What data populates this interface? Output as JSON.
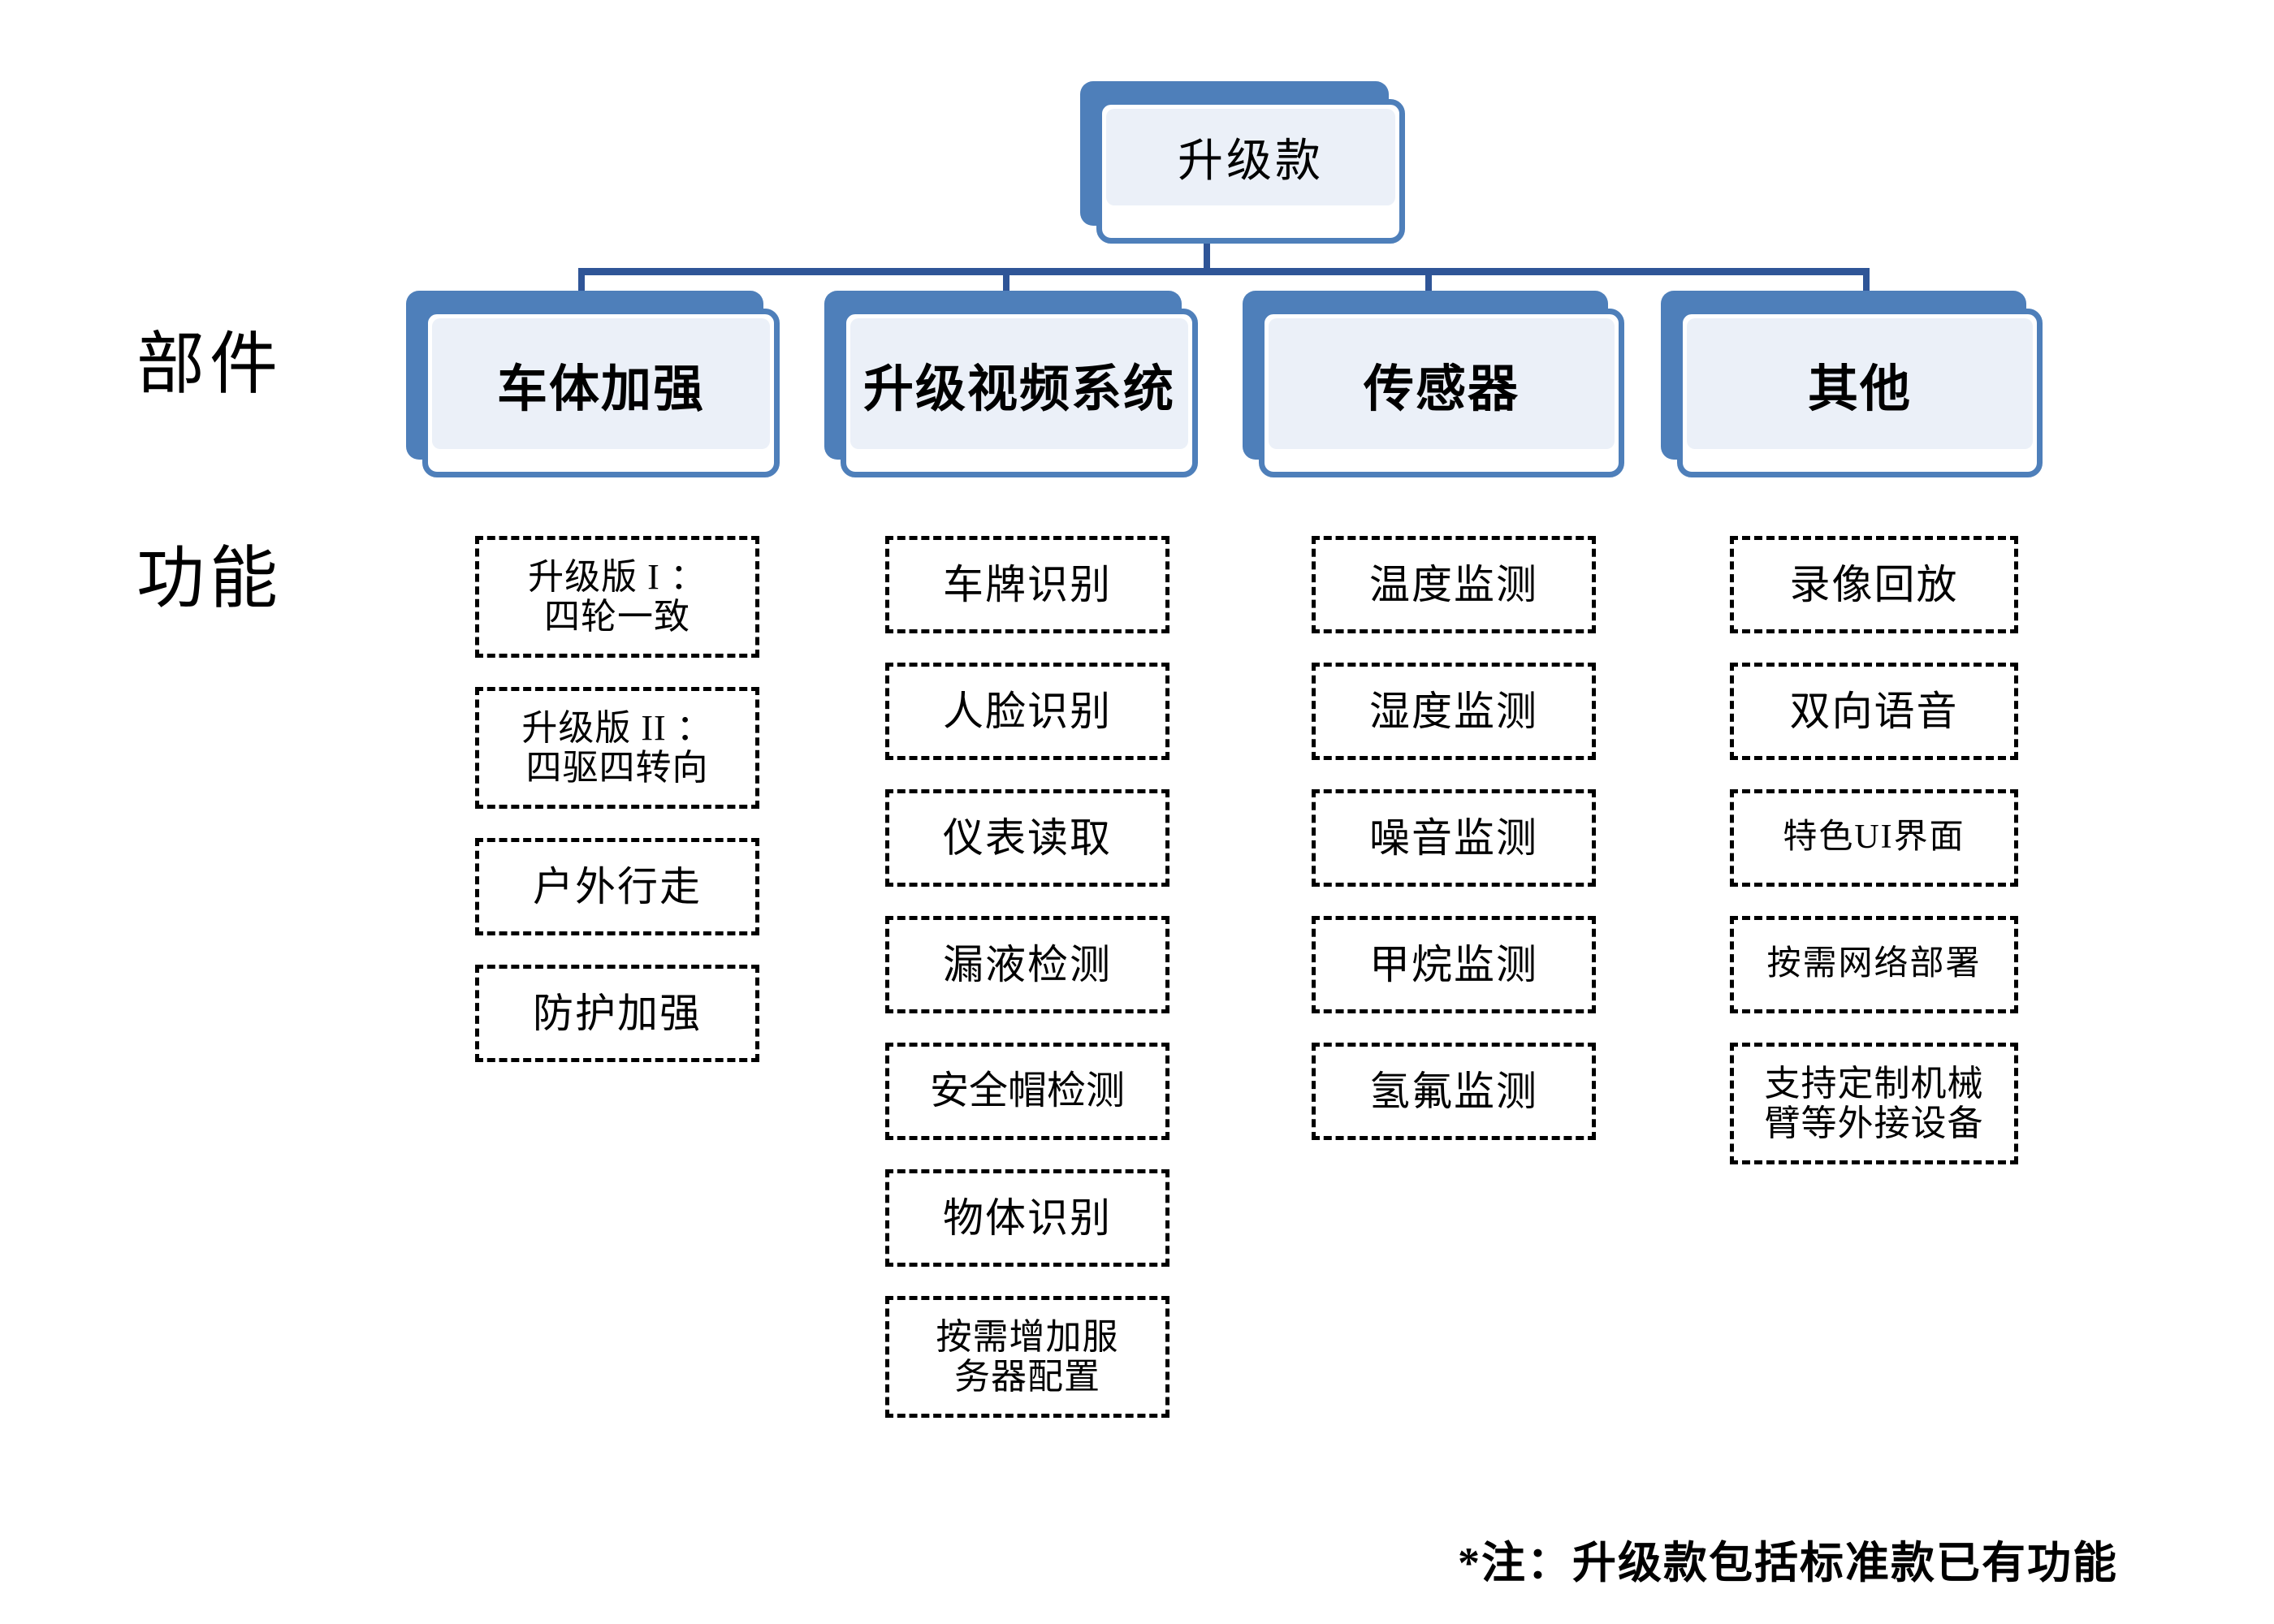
{
  "rows": {
    "components_label": "部件",
    "functions_label": "功能"
  },
  "root": {
    "label": "升级款"
  },
  "columns": [
    {
      "id": "col-1",
      "title": "车体加强",
      "functions": [
        {
          "text": "升级版 I ：\n四轮一致",
          "lines": 2
        },
        {
          "text": "升级版 II ：\n四驱四转向",
          "lines": 2
        },
        {
          "text": "户外行走",
          "lines": 1
        },
        {
          "text": "防护加强",
          "lines": 1
        }
      ]
    },
    {
      "id": "col-2",
      "title": "升级视频系统",
      "functions": [
        {
          "text": "车牌识别",
          "lines": 1
        },
        {
          "text": "人脸识别",
          "lines": 1
        },
        {
          "text": "仪表读取",
          "lines": 1
        },
        {
          "text": "漏液检测",
          "lines": 1
        },
        {
          "text": "安全帽检测",
          "lines": 1
        },
        {
          "text": "物体识别",
          "lines": 1
        },
        {
          "text": "按需增加服\n务器配置",
          "lines": 2
        }
      ]
    },
    {
      "id": "col-3",
      "title": "传感器",
      "functions": [
        {
          "text": "温度监测",
          "lines": 1
        },
        {
          "text": "湿度监测",
          "lines": 1
        },
        {
          "text": "噪音监测",
          "lines": 1
        },
        {
          "text": "甲烷监测",
          "lines": 1
        },
        {
          "text": "氢氟监测",
          "lines": 1
        }
      ]
    },
    {
      "id": "col-4",
      "title": "其他",
      "functions": [
        {
          "text": "录像回放",
          "lines": 1
        },
        {
          "text": "双向语音",
          "lines": 1
        },
        {
          "text": "特色UI界面",
          "lines": 1
        },
        {
          "text": "按需网络部署",
          "lines": 1
        },
        {
          "text": "支持定制机械\n臂等外接设备",
          "lines": 2
        }
      ]
    }
  ],
  "footnote": "*注：升级款包括标准款已有功能",
  "colors": {
    "node_blue": "#4E7FBA",
    "node_panel": "#EBF0F8",
    "connector": "#2F5597",
    "dash_border": "#000000",
    "background": "#FFFFFF"
  }
}
